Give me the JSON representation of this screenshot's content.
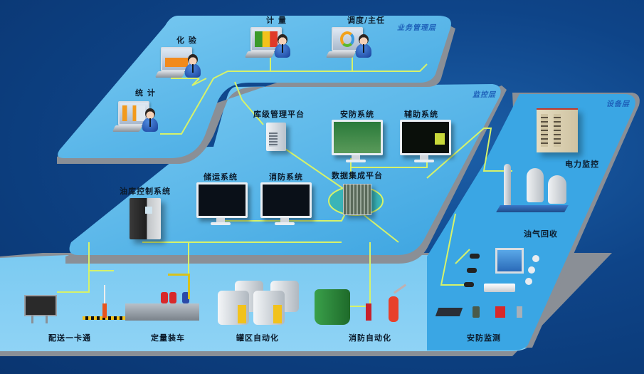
{
  "layers": {
    "business": {
      "tag": "业务管理层",
      "nodes": [
        {
          "label": "化 验",
          "icon": "lab-workstation-icon"
        },
        {
          "label": "计 量",
          "icon": "metering-workstation-icon"
        },
        {
          "label": "调度/主任",
          "icon": "dispatch-workstation-icon"
        },
        {
          "label": "统 计",
          "icon": "statistics-workstation-icon"
        }
      ]
    },
    "monitoring": {
      "tag": "监控层",
      "nodes": [
        {
          "label": "库级管理平台",
          "icon": "server-icon"
        },
        {
          "label": "安防系统",
          "icon": "monitor-icon"
        },
        {
          "label": "辅助系统",
          "icon": "monitor-icon"
        },
        {
          "label": "储运系统",
          "icon": "monitor-icon"
        },
        {
          "label": "消防系统",
          "icon": "monitor-icon"
        },
        {
          "label": "数据集成平台",
          "icon": "server-rack-icon"
        },
        {
          "label": "油库控制系统",
          "icon": "control-cabinet-icon"
        }
      ]
    },
    "equipment": {
      "tag": "设备层",
      "nodes": [
        {
          "label": "电力监控",
          "icon": "power-cabinet-icon"
        },
        {
          "label": "油气回收",
          "icon": "vapor-recovery-icon"
        },
        {
          "label": "配送一卡通",
          "icon": "gate-barrier-icon"
        },
        {
          "label": "定量装车",
          "icon": "loading-skid-icon"
        },
        {
          "label": "罐区自动化",
          "icon": "tank-icon"
        },
        {
          "label": "消防自动化",
          "icon": "fire-monitor-icon"
        },
        {
          "label": "安防监测",
          "icon": "security-devices-icon"
        }
      ]
    }
  },
  "colors": {
    "background": "#0e4488",
    "platform": "#4fb0e6",
    "platform_edge": "#8a8f96",
    "link_line": "#d6f26a",
    "label": "#0b1a2a",
    "layer_tag": "#1d5fb8"
  }
}
